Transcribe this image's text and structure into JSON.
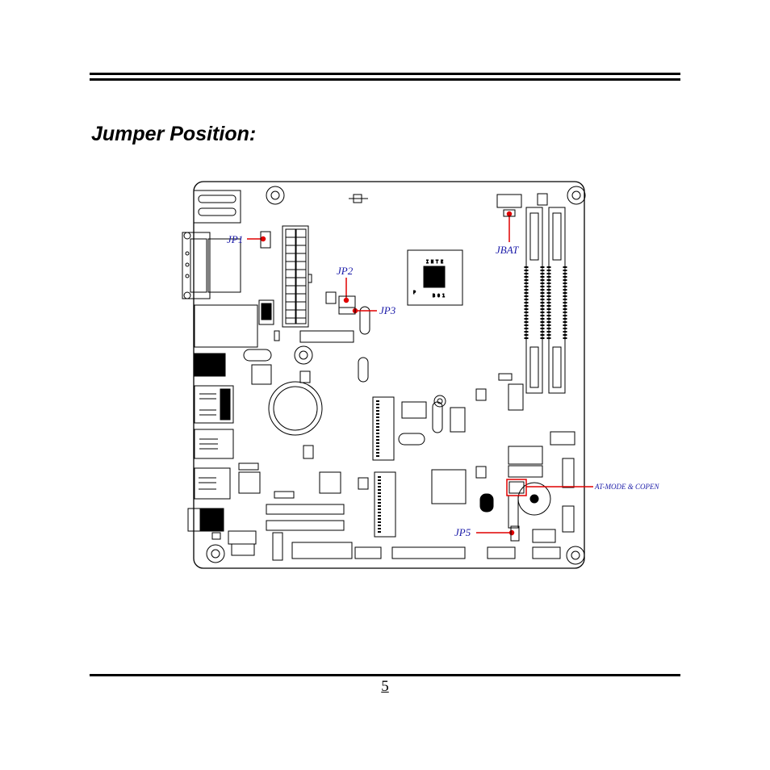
{
  "page": {
    "title": "Jumper Position:",
    "page_number": "5"
  },
  "diagram": {
    "labels": {
      "jp1": "JP1",
      "jp2": "JP2",
      "jp3": "JP3",
      "jbat": "JBAT",
      "at_mode": "AT-MODE & COPEN",
      "jp5": "JP5"
    },
    "chip_text": {
      "line1": "I N T E",
      "line2": "P",
      "line3": "B 0 1"
    },
    "colors": {
      "callout": "#e00000",
      "label": "#1a1aa8",
      "outline": "#000000"
    }
  }
}
